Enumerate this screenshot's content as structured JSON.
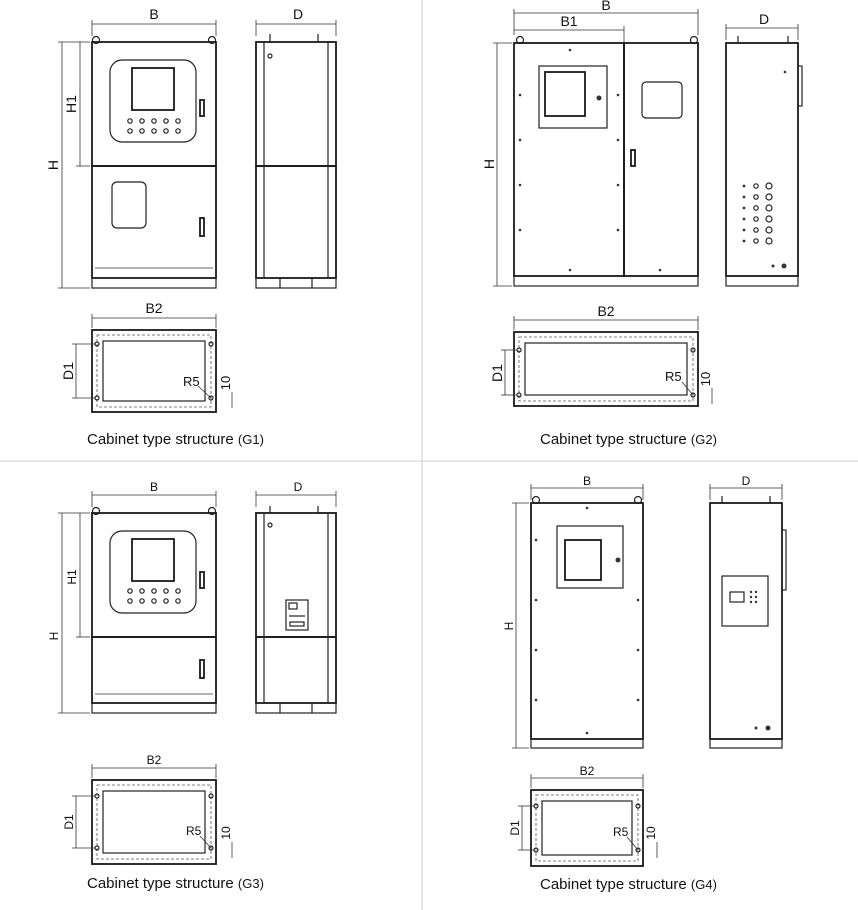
{
  "panels": [
    {
      "id": "G1",
      "caption_text": "Cabinet type structure",
      "caption_code": "(G1)",
      "labels": {
        "b": "B",
        "d": "D",
        "h": "H",
        "h1": "H1",
        "b2": "B2",
        "d1": "D1",
        "r5": "R5",
        "ten": "10"
      }
    },
    {
      "id": "G2",
      "caption_text": "Cabinet type structure",
      "caption_code": "(G2)",
      "labels": {
        "b": "B",
        "b1": "B1",
        "d": "D",
        "h": "H",
        "b2": "B2",
        "d1": "D1",
        "r5": "R5",
        "ten": "10"
      }
    },
    {
      "id": "G3",
      "caption_text": "Cabinet type structure",
      "caption_code": "(G3)",
      "labels": {
        "b": "B",
        "d": "D",
        "h": "H",
        "h1": "H1",
        "b2": "B2",
        "d1": "D1",
        "r5": "R5",
        "ten": "10"
      }
    },
    {
      "id": "G4",
      "caption_text": "Cabinet type structure",
      "caption_code": "(G4)",
      "labels": {
        "b": "B",
        "d": "D",
        "h": "H",
        "b2": "B2",
        "d1": "D1",
        "r5": "R5",
        "ten": "10"
      }
    }
  ]
}
